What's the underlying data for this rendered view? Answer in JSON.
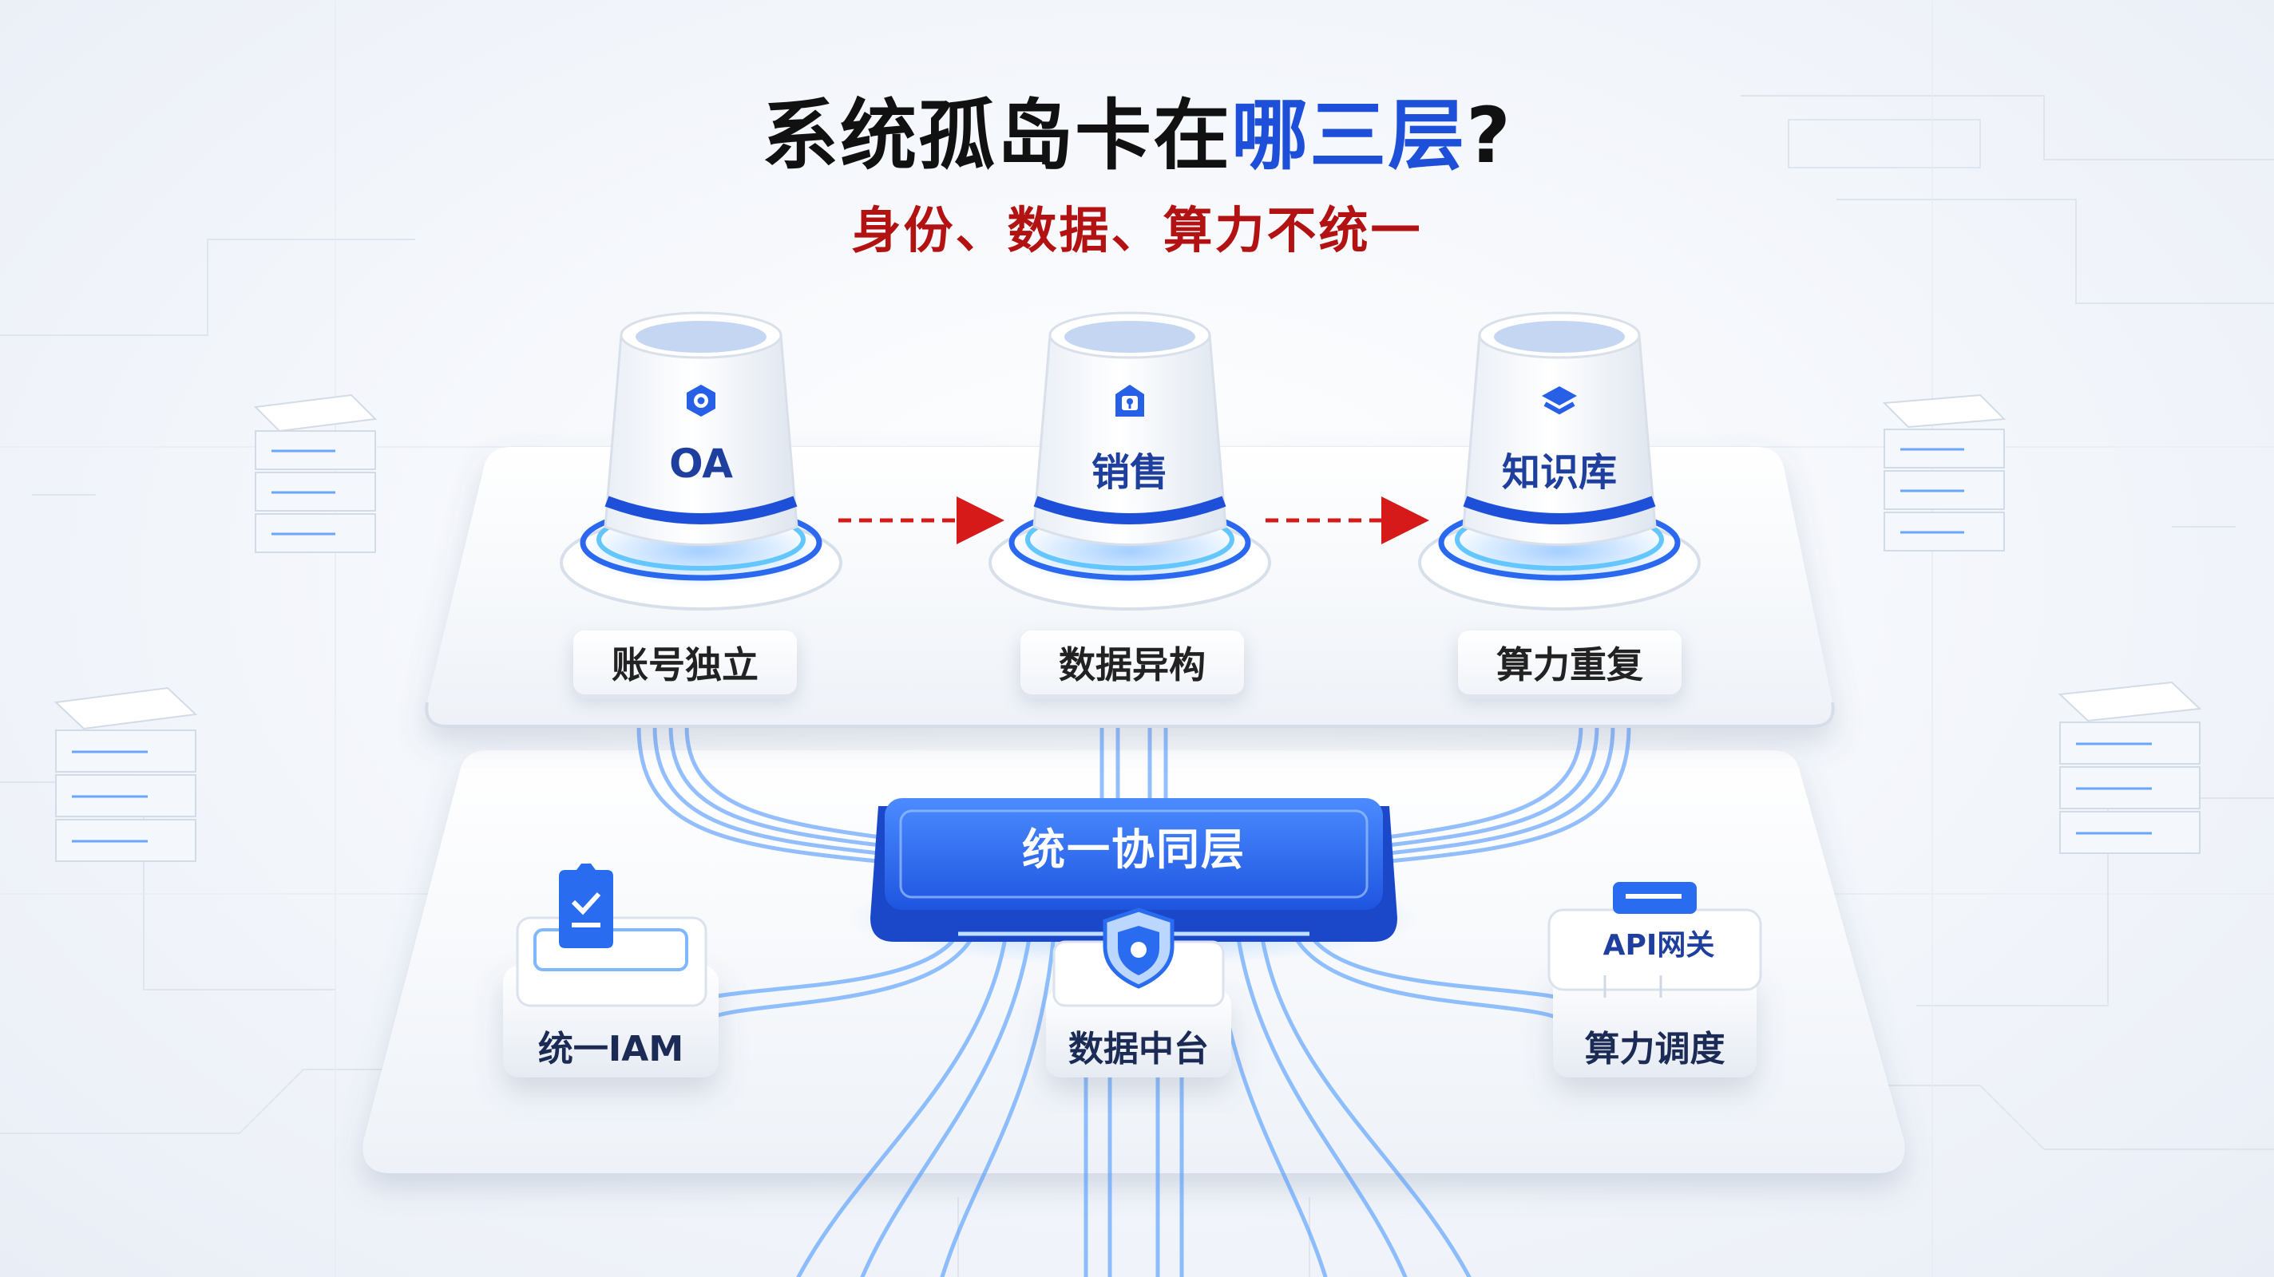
{
  "header": {
    "title_main": "系统孤岛卡在",
    "title_highlight": "哪三层",
    "title_end": "?",
    "subtitle": "身份、数据、算力不统一"
  },
  "silos": [
    {
      "label": "OA",
      "issue": "账号独立",
      "icon": "hexagon-chat-icon"
    },
    {
      "label": "销售",
      "issue": "数据异构",
      "icon": "lock-house-icon"
    },
    {
      "label": "知识库",
      "issue": "算力重复",
      "icon": "layers-icon"
    }
  ],
  "hub": {
    "label": "统一协同层",
    "icon": "shield-icon"
  },
  "modules": [
    {
      "label": "统一IAM",
      "icon": "clipboard-check-icon"
    },
    {
      "label": "数据中台",
      "icon": "shield-icon"
    },
    {
      "label": "算力调度",
      "tag": "API网关",
      "icon": "api-gateway-icon"
    }
  ],
  "colors": {
    "accent_blue": "#1d4fd8",
    "glow_blue": "#3d8bff",
    "title_red": "#b31212",
    "arrow_red": "#d61a1a"
  }
}
